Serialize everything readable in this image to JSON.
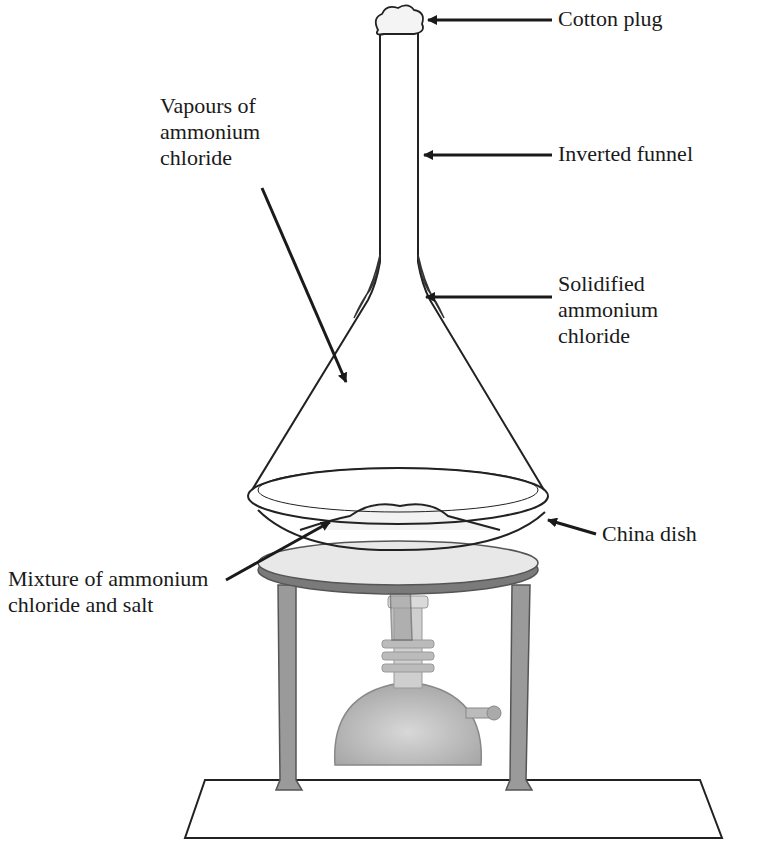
{
  "diagram": {
    "labels": [
      "Cotton plug",
      "Inverted funnel",
      "Vapours of ammonium chloride",
      "Solidified ammonium chloride",
      "Mixture of ammonium chloride and salt",
      "China dish"
    ]
  }
}
